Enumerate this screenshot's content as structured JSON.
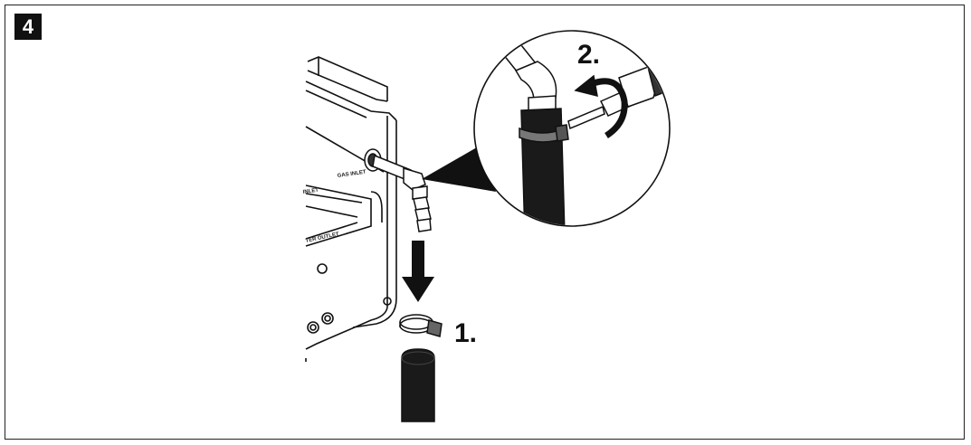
{
  "step": {
    "number": "4"
  },
  "illustration": {
    "step1_label": "1.",
    "step2_label": "2.",
    "panel_labels": {
      "gas_inlet": "GAS INLET",
      "inlet": "INLET",
      "water_outlet": "TER OUTLET"
    }
  },
  "colors": {
    "ink": "#111111",
    "hose": "#1a1a1a",
    "frame": "#222222"
  }
}
